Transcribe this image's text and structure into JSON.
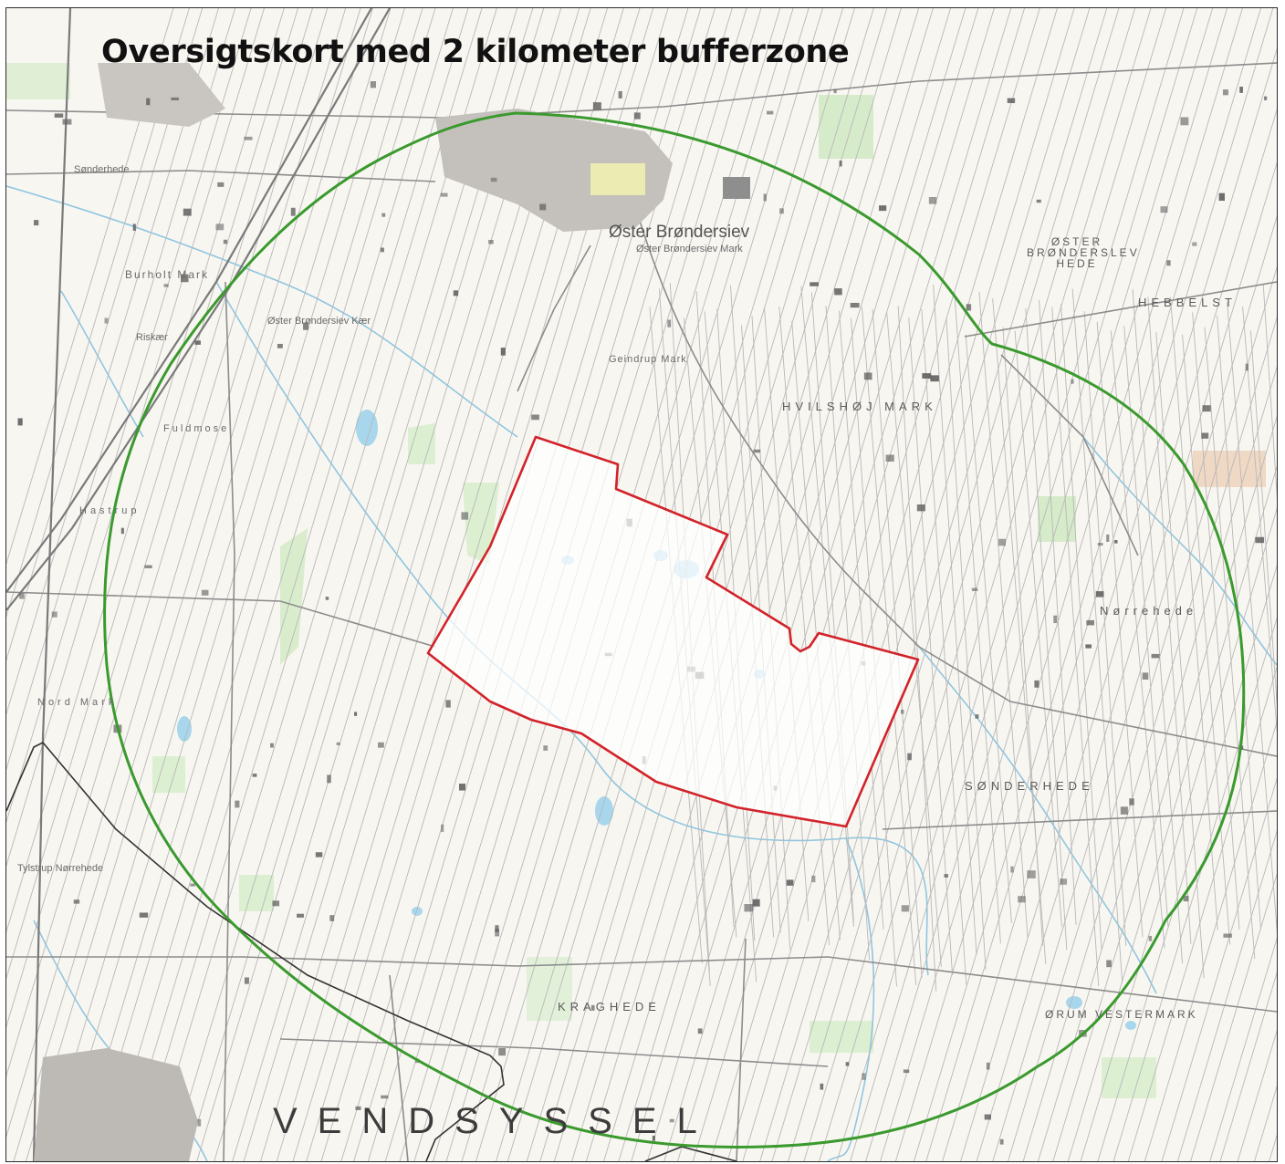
{
  "map": {
    "title": "Oversigtskort med 2 kilometer bufferzone",
    "colors": {
      "buffer_zone": "#3a9a2e",
      "project_area": "#d2232a",
      "boundary": "#333333",
      "roads": "#8a8a8a",
      "water": "#9fd0e6",
      "forest": "#cfe6c2",
      "town": "#b7b3ae"
    },
    "place_names": {
      "oster_bronderslev": "Øster Brøndersiev",
      "oster_bronderslev_mark": "Øster Brøndersiev Mark",
      "oster_bronderslev_hede": "ØSTER BRØNDERSLEV HEDE",
      "hebbelst": "HEBBELST",
      "hvilshoj_mark": "HVILSHØJ MARK",
      "sonderhede_area": "SØNDERHEDE",
      "norrehede": "Nørrehede",
      "kraghede": "KRAGHEDE",
      "orum_vestermark": "ØRUM VESTERMARK",
      "vendsyssel": "VENDSYSSEL",
      "sonderhede_nw": "Sønderhede",
      "burholt_mark": "Burholt Mark",
      "oster_bronderslev_kaer": "Øster Brøndersiev Kær",
      "sdr_mark": "Geindrup Mark",
      "tylstrup_norrehede": "Tylstrup Nørrehede",
      "hastrup": "Hastrup",
      "nord_mark": "Nord Mark",
      "riskaer": "Riskær",
      "fuldmose": "Fuldmose"
    }
  }
}
